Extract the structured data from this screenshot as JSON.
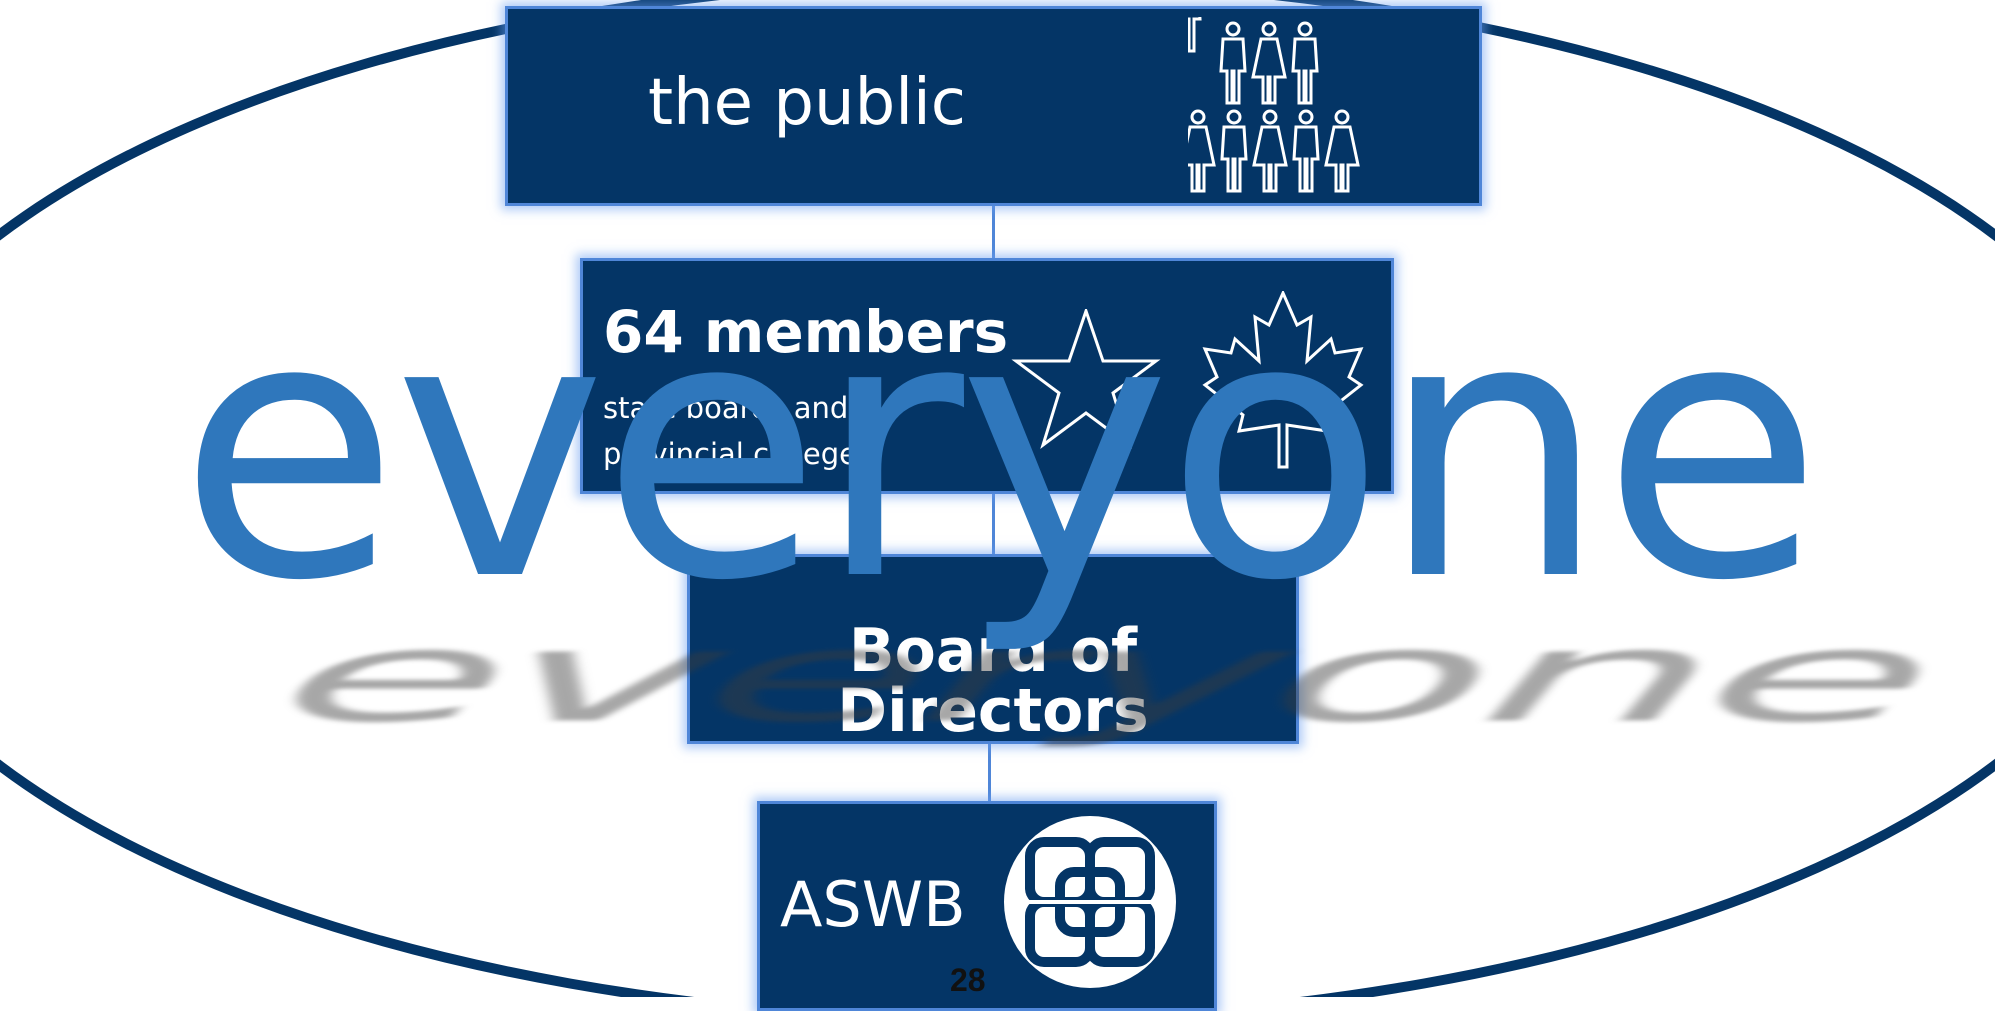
{
  "diagram": {
    "public_box": {
      "label": "the public",
      "icon": "people-group-icon"
    },
    "members_box": {
      "title": "64 members",
      "subtitle": "state boards and provincial colleges",
      "icons": [
        "star-icon",
        "maple-leaf-icon"
      ]
    },
    "board_box": {
      "label": "Board of Directors"
    },
    "aswb_box": {
      "label": "ASWB",
      "icon": "aswb-logo-icon"
    }
  },
  "overlay_text": "everyone",
  "page_number": "28",
  "colors": {
    "box_fill": "#043566",
    "box_border": "#4f86d8",
    "ellipse_stroke": "#043566",
    "overlay_text": "#2f77bc"
  }
}
